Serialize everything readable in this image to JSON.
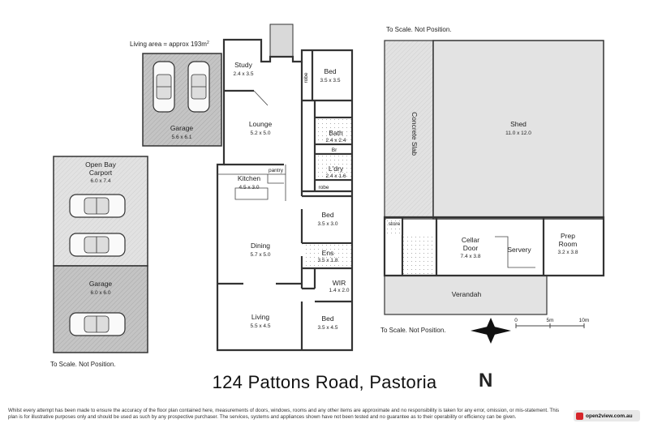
{
  "living_area": "Living area = approx 193m",
  "living_area_sup": "2",
  "scale_notes": {
    "outbuilding_top": "To Scale. Not Position.",
    "outbuilding_bottom": "To Scale. Not Position.",
    "carport_bottom": "To Scale. Not Position."
  },
  "rooms": {
    "study": {
      "name": "Study",
      "dim": "2.4 x 3.5"
    },
    "bed1": {
      "name": "Bed",
      "dim": "3.5 x 3.5"
    },
    "robe1": "robe",
    "garage1": {
      "name": "Garage",
      "dim": "5.6 x 6.1"
    },
    "lounge": {
      "name": "Lounge",
      "dim": "5.2 x 5.0"
    },
    "bath": {
      "name": "Bath",
      "dim": "2.4 x 2.4"
    },
    "br": "Br",
    "laundry": {
      "name": "L'dry",
      "dim": "2.4 x 1.6"
    },
    "robe2": "robe",
    "kitchen": {
      "name": "Kitchen",
      "dim": "4.5 x 3.0"
    },
    "pantry": "pantry",
    "bed2": {
      "name": "Bed",
      "dim": "3.5 x 3.0"
    },
    "dining": {
      "name": "Dining",
      "dim": "5.7 x 5.0"
    },
    "ens": {
      "name": "Ens",
      "dim": "3.5 x 1.8"
    },
    "wir": {
      "name": "WIR",
      "dim": "1.4 x 2.0"
    },
    "living": {
      "name": "Living",
      "dim": "5.5 x 4.5"
    },
    "bed3": {
      "name": "Bed",
      "dim": "3.5 x 4.5"
    },
    "carport": {
      "name": "Open Bay",
      "name2": "Carport",
      "dim": "6.0 x 7.4"
    },
    "garage2": {
      "name": "Garage",
      "dim": "6.0 x 6.0"
    },
    "slab": "Concrete Slab",
    "shed": {
      "name": "Shed",
      "dim": "11.0 x 12.0"
    },
    "store": "store",
    "cellar": {
      "name": "Cellar",
      "name2": "Door",
      "dim": "7.4 x 3.8"
    },
    "servery": "Servery",
    "prep": {
      "name": "Prep",
      "name2": "Room",
      "dim": "3.2 x 3.8"
    },
    "verandah": "Verandah"
  },
  "compass": {
    "label": "N"
  },
  "scale_bar": {
    "ticks": [
      "0",
      "5m",
      "10m"
    ]
  },
  "title": "124 Pattons Road, Pastoria",
  "disclaimer": "Whilst every attempt has been made to ensure the accuracy of the floor plan contained here, measurements of doors, windows, rooms and any other items are approximate and no responsibility is taken for any error, omission, or mis-statement. This plan is for illustrative purposes only and should be used as such by any prospective purchaser. The services, systems and appliances shown have not been tested and no guarantee as to their operability or efficiency can be given.",
  "logo_text": "open2view.com.au",
  "colors": {
    "garage_fill": "#bdbdbd",
    "shed_fill": "#dcdcdc",
    "wall": "#333333",
    "logo_red": "#d6262b"
  }
}
